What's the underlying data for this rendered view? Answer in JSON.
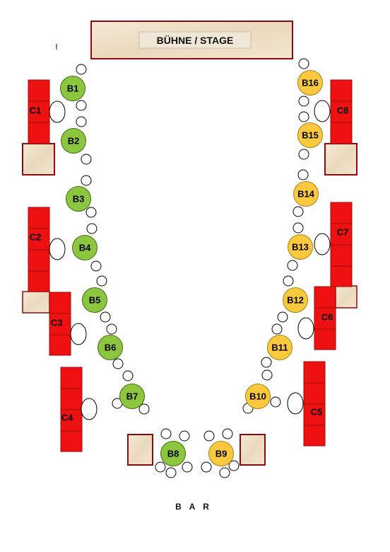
{
  "stage": {
    "label": "BÜHNE / STAGE"
  },
  "bar": {
    "label": "B A R"
  },
  "colors": {
    "green_table": "#8cc63f",
    "yellow_table": "#fbc93d",
    "red_table": "#ee1111",
    "beige_box": "#efe3cf",
    "dark_red_border": "#8b0d0d"
  },
  "round_tables": [
    {
      "id": "B1",
      "label": "B1",
      "group": "green"
    },
    {
      "id": "B2",
      "label": "B2",
      "group": "green"
    },
    {
      "id": "B3",
      "label": "B3",
      "group": "green"
    },
    {
      "id": "B4",
      "label": "B4",
      "group": "green"
    },
    {
      "id": "B5",
      "label": "B5",
      "group": "green"
    },
    {
      "id": "B6",
      "label": "B6",
      "group": "green"
    },
    {
      "id": "B7",
      "label": "B7",
      "group": "green"
    },
    {
      "id": "B8",
      "label": "B8",
      "group": "green"
    },
    {
      "id": "B9",
      "label": "B9",
      "group": "yellow"
    },
    {
      "id": "B10",
      "label": "B10",
      "group": "yellow"
    },
    {
      "id": "B11",
      "label": "B11",
      "group": "yellow"
    },
    {
      "id": "B12",
      "label": "B12",
      "group": "yellow"
    },
    {
      "id": "B13",
      "label": "B13",
      "group": "yellow"
    },
    {
      "id": "B14",
      "label": "B14",
      "group": "yellow"
    },
    {
      "id": "B15",
      "label": "B15",
      "group": "yellow"
    },
    {
      "id": "B16",
      "label": "B16",
      "group": "yellow"
    }
  ],
  "long_tables": [
    {
      "id": "C1",
      "label": "C1"
    },
    {
      "id": "C2",
      "label": "C2"
    },
    {
      "id": "C3",
      "label": "C3"
    },
    {
      "id": "C4",
      "label": "C4"
    },
    {
      "id": "C5",
      "label": "C5"
    },
    {
      "id": "C6",
      "label": "C6"
    },
    {
      "id": "C7",
      "label": "C7"
    },
    {
      "id": "C8",
      "label": "C8"
    }
  ]
}
